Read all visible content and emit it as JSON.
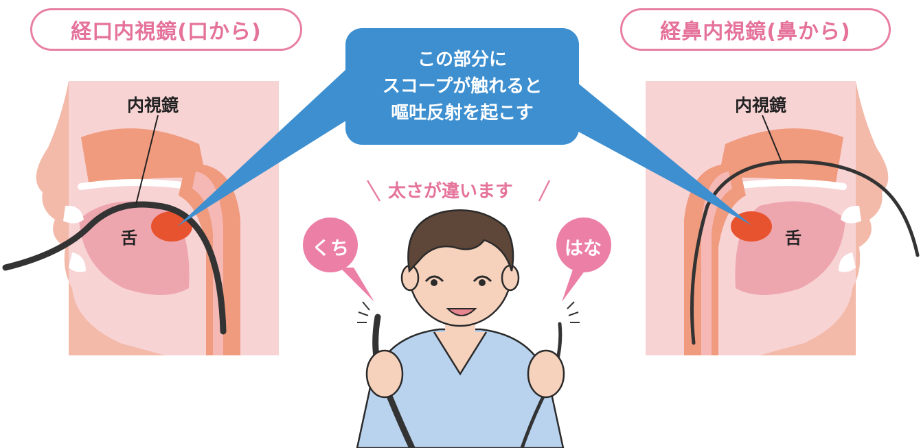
{
  "left_panel": {
    "title": "経口内視鏡(口から)",
    "endoscope_label": "内視鏡",
    "tongue_label": "舌"
  },
  "right_panel": {
    "title": "経鼻内視鏡(鼻から)",
    "endoscope_label": "内視鏡",
    "tongue_label": "舌"
  },
  "callout": {
    "lines": [
      "この部分に",
      "スコープが触れると",
      "嘔吐反射を起こす"
    ]
  },
  "center": {
    "difference_text": "太さが違います",
    "mouth_bubble": "くち",
    "nose_bubble": "はな"
  },
  "colors": {
    "pink_accent": "#e87fa3",
    "callout_blue": "#3d8fd0",
    "panel_bg": "#f8d3d4",
    "tissue": "#f09a7e",
    "reflex_spot": "#e8532f",
    "scope": "#333333",
    "shirt": "#b9d3ef"
  },
  "icons": [
    "doctor-illustration",
    "mouth-cross-section",
    "nose-cross-section"
  ]
}
